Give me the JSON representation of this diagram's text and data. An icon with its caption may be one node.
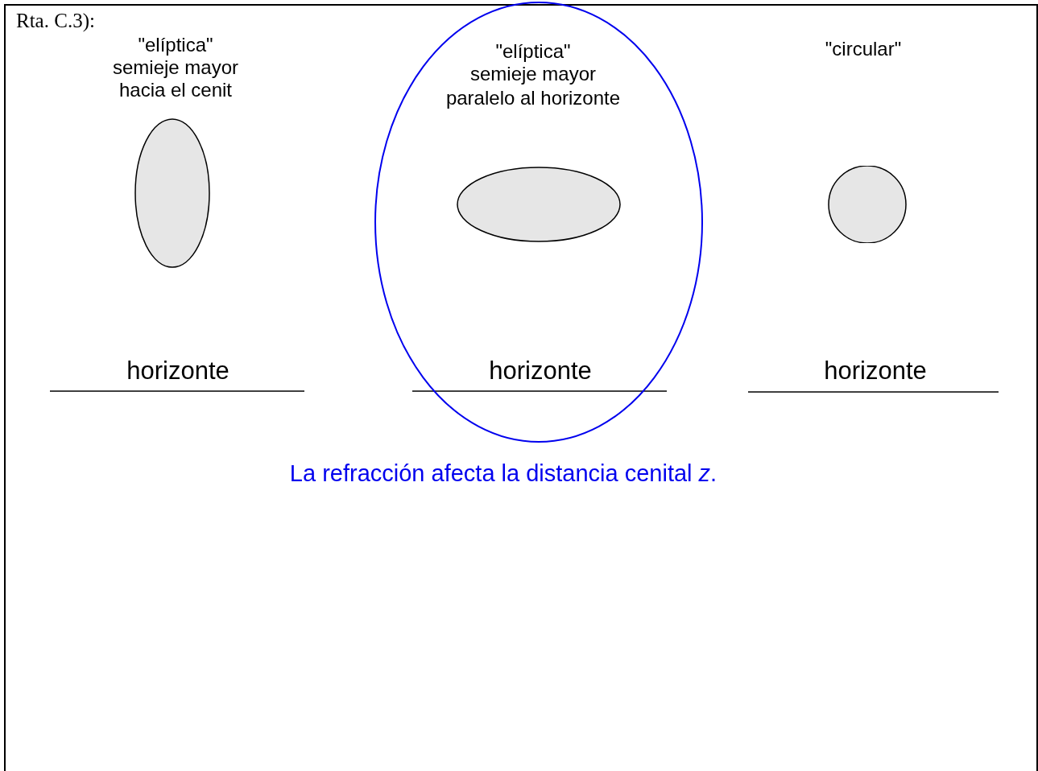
{
  "diagram": {
    "title": "Rta. C.3):",
    "caption": "La refracción afecta la distancia cenital *z*.",
    "nodes": [
      {
        "text": [],
        "shape": "ellipse"
      },
      {
        "text": [],
        "shape": "ellipse"
      },
      {
        "text": [],
        "shape": "circle"
      }
    ],
    "labels": [
      "\"elíptica\"",
      "semieje mayor",
      "hacia el cenit",
      "\"elíptica\"",
      "semieje mayor",
      "paralelo al horizonte",
      "\"circular\"",
      "horizonte",
      "horizonte",
      "horizonte"
    ]
  }
}
